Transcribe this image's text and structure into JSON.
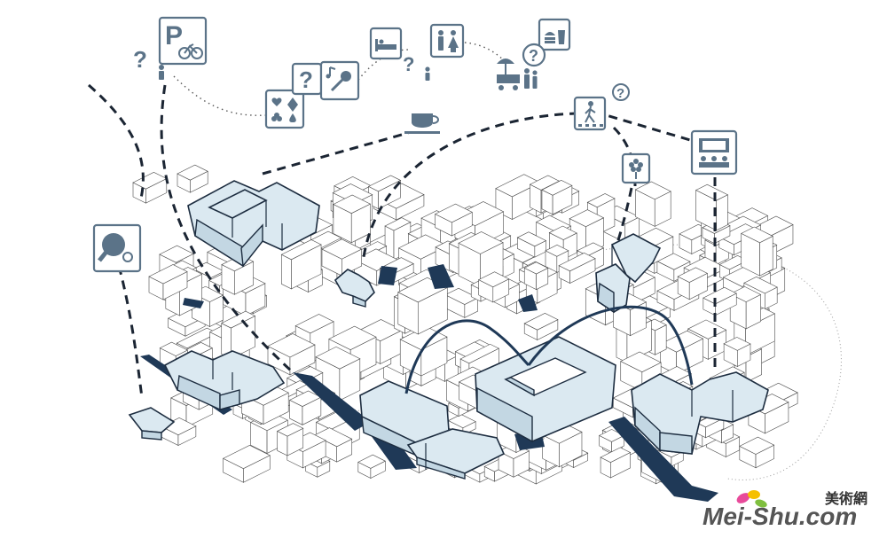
{
  "icons": [
    {
      "id": "parking",
      "name": "parking-bicycle-icon",
      "letter": "P"
    },
    {
      "id": "restroom",
      "name": "restroom-icon"
    },
    {
      "id": "hotel",
      "name": "bed-icon"
    },
    {
      "id": "fastfood",
      "name": "fast-food-icon"
    },
    {
      "id": "cards",
      "name": "playing-cards-icon"
    },
    {
      "id": "info",
      "name": "question-icon",
      "letter": "?"
    },
    {
      "id": "music",
      "name": "music-microphone-icon"
    },
    {
      "id": "cafe",
      "name": "coffee-cup-icon"
    },
    {
      "id": "pedestrian",
      "name": "pedestrian-crossing-icon"
    },
    {
      "id": "garden",
      "name": "flower-icon"
    },
    {
      "id": "cinema",
      "name": "cinema-icon"
    },
    {
      "id": "pingpong",
      "name": "table-tennis-icon"
    },
    {
      "id": "vendor",
      "name": "street-vendor-icon"
    }
  ],
  "question_mark": "?",
  "colors": {
    "icon": "#5b7388",
    "highlight_fill": "#dbe9f1",
    "highlight_stroke": "#1d2d40",
    "shadow": "#1f3957",
    "route": "#1b2533"
  },
  "watermark": {
    "brand_cn": "美術網",
    "brand_en": "Mei-Shu.com"
  }
}
